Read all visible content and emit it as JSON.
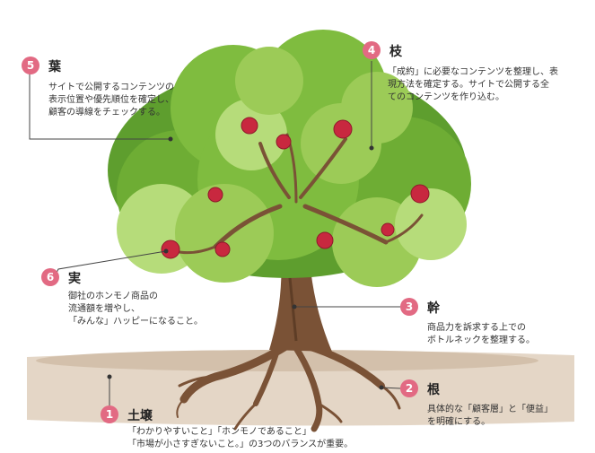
{
  "colors": {
    "badge": "#e26a83",
    "leaf_dark": "#5e9e2e",
    "leaf_mid": "#7fbc3f",
    "leaf_light": "#b6dc7a",
    "trunk": "#7a5236",
    "fruit": "#c8283f",
    "soil": "#d8c8b6"
  },
  "callouts": {
    "leaf": {
      "number": "5",
      "title": "葉",
      "desc": "サイトで公開するコンテンツの\n表示位置や優先順位を確定し、\n顧客の導線をチェックする。"
    },
    "branch": {
      "number": "4",
      "title": "枝",
      "desc": "「成約」に必要なコンテンツを整理し、表\n現方法を確定する。サイトで公開する全\nてのコンテンツを作り込む。"
    },
    "fruit": {
      "number": "6",
      "title": "実",
      "desc": "御社のホンモノ商品の\n流通額を増やし、\n「みんな」ハッピーになること。"
    },
    "trunk": {
      "number": "3",
      "title": "幹",
      "desc": "商品力を訴求する上での\nボトルネックを整理する。"
    },
    "root": {
      "number": "2",
      "title": "根",
      "desc": "具体的な「顧客層」と「便益」\nを明確にする。"
    },
    "soil": {
      "number": "1",
      "title": "土壌",
      "desc": "「わかりやすいこと」「ホンモノであること」\n「市場が小さすぎないこと。」の3つのバランスが重要。"
    }
  }
}
